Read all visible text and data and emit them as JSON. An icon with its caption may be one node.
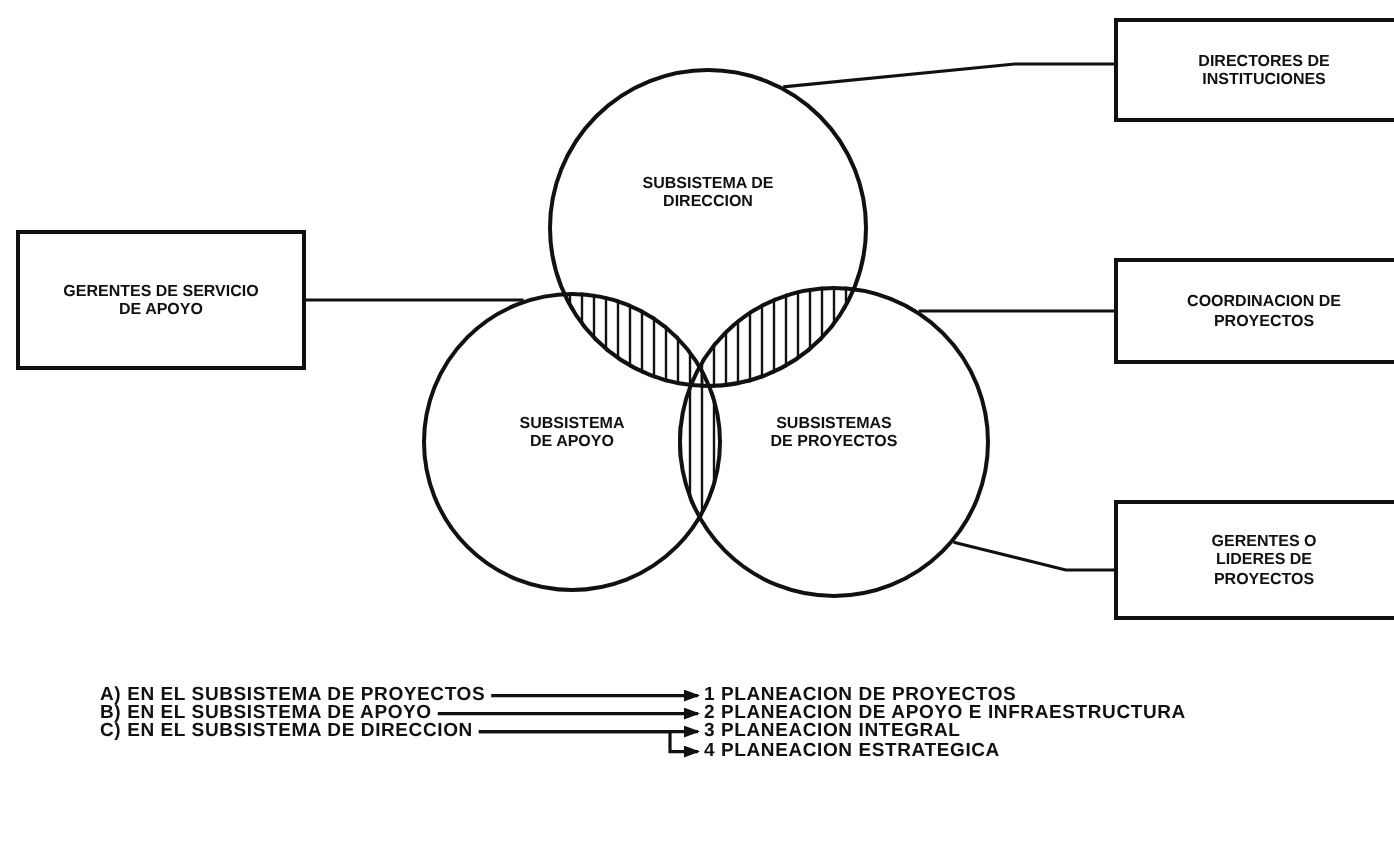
{
  "diagram": {
    "nodes": [
      {
        "text": [
          "GERENTES DE SERVICIO DE APOYO"
        ]
      },
      {
        "text": [
          "SUBSISTEMA DE DIRECCION"
        ]
      },
      {
        "text": [
          "DIRECTORES DE INSTITUCIONES"
        ]
      },
      {
        "text": [
          "COORDINACION DE PROYECTOS"
        ]
      },
      {
        "text": [
          "SUBSISTEMA DE APOYO"
        ]
      },
      {
        "text": [
          "SUBSISTEMAS DE PROYECTOS"
        ]
      },
      {
        "text": [
          "GERENTES O LIDERES DE PROYECTOS"
        ]
      },
      {
        "text": [
          "A) EN EL SUBSISTEMA DE PROYECTOS"
        ]
      },
      {
        "text": [
          "B) EN EL SUBSISTEMA DE APOYO"
        ]
      },
      {
        "text": [
          "C) EN EL SUBSISTEMA DE DIRECCION"
        ]
      },
      {
        "text": [
          "1 PLANEACION DE PROYECTOS"
        ]
      },
      {
        "text": [
          "2 PLANEACION DE APOYO E INFRAESTRUCTURA"
        ]
      },
      {
        "text": [
          "3 PLANEACION INTEGRAL"
        ]
      },
      {
        "text": [
          "4 PLANEACION ESTRATEGICA"
        ]
      }
    ],
    "edges": [
      {
        "from": 0,
        "to": 4,
        "arrow": "none"
      },
      {
        "from": 2,
        "to": 1,
        "arrow": "none"
      },
      {
        "from": 3,
        "to": 5,
        "arrow": "none"
      },
      {
        "from": 6,
        "to": 5,
        "arrow": "none"
      },
      {
        "from": 7,
        "to": 10,
        "arrow": "to"
      },
      {
        "from": 8,
        "to": 11,
        "arrow": "to"
      },
      {
        "from": 9,
        "to": 12,
        "arrow": "to"
      },
      {
        "from": 9,
        "to": 13,
        "arrow": "to"
      }
    ]
  }
}
